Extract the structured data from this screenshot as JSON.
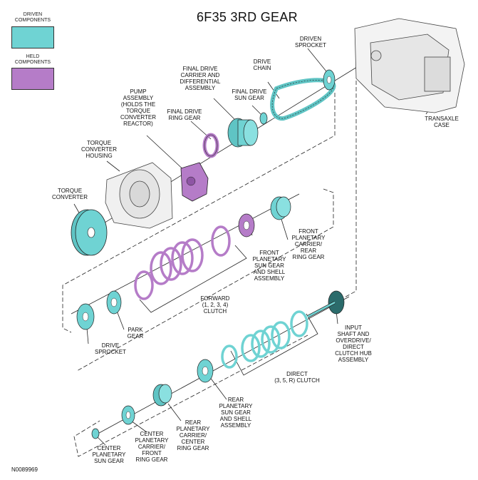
{
  "title": "6F35 3RD GEAR",
  "figure_code": "N0089969",
  "colors": {
    "driven": "#6fd3d3",
    "held": "#b57cc8",
    "line": "#222222"
  },
  "legend": [
    {
      "label": "DRIVEN\nCOMPONENTS",
      "color": "#6fd3d3"
    },
    {
      "label": "HELD\nCOMPONENTS",
      "color": "#b57cc8"
    }
  ],
  "labels": {
    "driven_sprocket": "DRIVEN\nSPROCKET",
    "drive_chain": "DRIVE\nCHAIN",
    "final_drive_carrier": "FINAL DRIVE\nCARRIER AND\nDIFFERENTIAL\nASSEMBLY",
    "final_drive_sun": "FINAL DRIVE\nSUN GEAR",
    "pump_assembly": "PUMP\nASSEMBLY\n(HOLDS THE\nTORQUE\nCONVERTER\nREACTOR)",
    "final_drive_ring": "FINAL DRIVE\nRING GEAR",
    "transaxle_case": "TRANSAXLE\nCASE",
    "tc_housing": "TORQUE\nCONVERTER\nHOUSING",
    "torque_converter": "TORQUE\nCONVERTER",
    "front_planetary_carrier": "FRONT\nPLANETARY\nCARRIER/\nREAR\nRING GEAR",
    "front_planetary_sun": "FRONT\nPLANETARY\nSUN GEAR\nAND SHELL\nASSEMBLY",
    "forward_clutch": "FORWARD\n(1, 2, 3, 4)\nCLUTCH",
    "park_gear": "PARK\nGEAR",
    "drive_sprocket": "DRIVE\nSPROCKET",
    "input_shaft": "INPUT\nSHAFT AND\nOVERDRIVE/\nDIRECT\nCLUTCH HUB\nASSEMBLY",
    "direct_clutch": "DIRECT\n(3, 5, R) CLUTCH",
    "rear_planetary_sun": "REAR\nPLANETARY\nSUN GEAR\nAND SHELL\nASSEMBLY",
    "rear_planetary_carrier": "REAR\nPLANETARY\nCARRIER/\nCENTER\nRING GEAR",
    "center_planetary_carrier": "CENTER\nPLANETARY\nCARRIER/\nFRONT\nRING GEAR",
    "center_planetary_sun": "CENTER\nPLANETARY\nSUN GEAR"
  }
}
